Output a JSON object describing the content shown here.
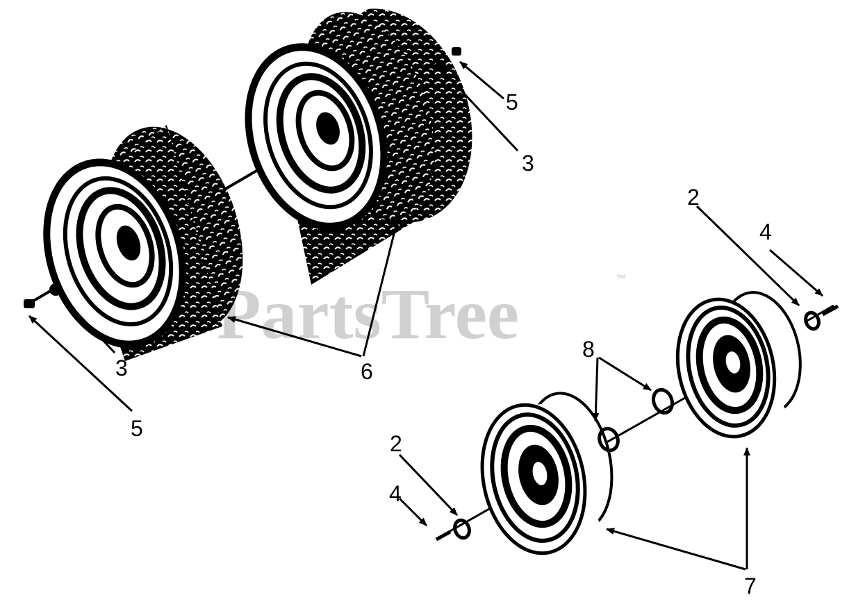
{
  "watermark": {
    "text": "PartsTree",
    "trademark": "™"
  },
  "callouts": {
    "c5_top": "5",
    "c3_top": "3",
    "c2_right": "2",
    "c4_right": "4",
    "c3_left": "3",
    "c5_left": "5",
    "c6": "6",
    "c8": "8",
    "c2_left": "2",
    "c4_left": "4",
    "c7": "7"
  },
  "colors": {
    "ink": "#000000",
    "paper": "#ffffff",
    "watermark": "#d0d0d0"
  }
}
